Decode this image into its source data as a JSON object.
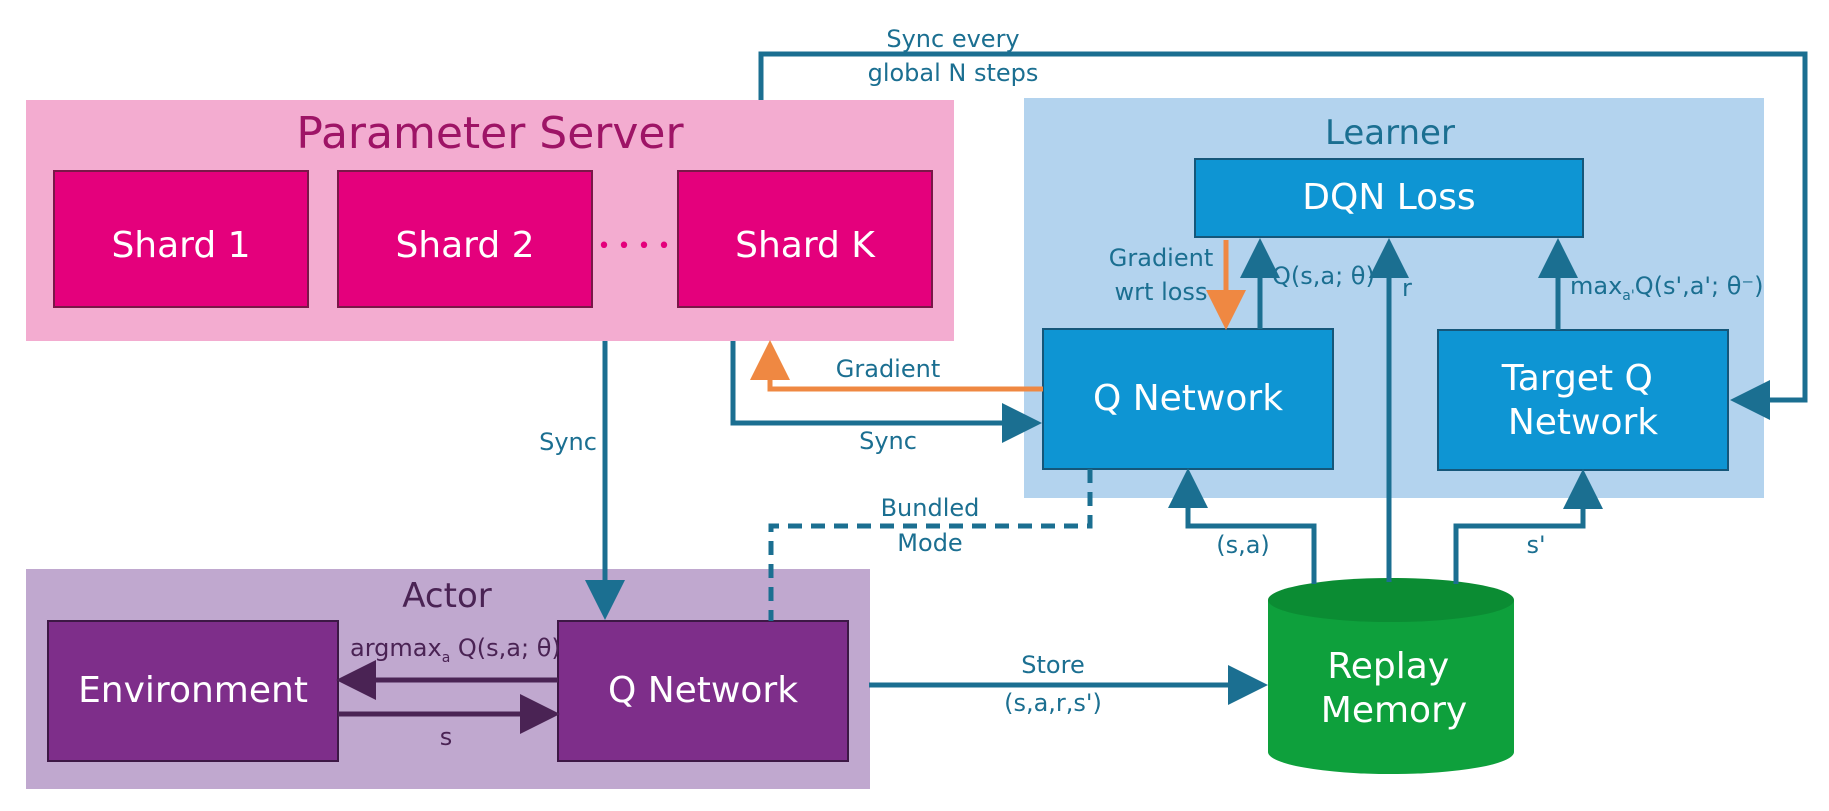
{
  "parameter_server": {
    "title": "Parameter Server",
    "shards": [
      "Shard 1",
      "Shard 2",
      "Shard K"
    ],
    "ellipsis": "• • • •"
  },
  "learner": {
    "title": "Learner",
    "dqn_loss": "DQN Loss",
    "q_network": "Q Network",
    "target_q_network": [
      "Target Q",
      "Network"
    ]
  },
  "actor": {
    "title": "Actor",
    "environment": "Environment",
    "q_network": "Q Network"
  },
  "replay_memory": [
    "Replay",
    "Memory"
  ],
  "edges": {
    "sync_every": [
      "Sync every",
      "global N steps"
    ],
    "gradient_wrt_loss": [
      "Gradient",
      "wrt loss"
    ],
    "q_value": "Q(s,a; θ)",
    "r": "r",
    "max_prefix": "max",
    "max_sub": "a'",
    "max_rest": "Q(s',a'; θ⁻)",
    "gradient": "Gradient",
    "sync_learner": "Sync",
    "sync_actor": "Sync",
    "bundled_mode": [
      "Bundled",
      "Mode"
    ],
    "sa": "(s,a)",
    "s_prime": "s'",
    "store": [
      "Store",
      "(s,a,r,s')"
    ],
    "argmax_prefix": "argmax",
    "argmax_sub": "a",
    "argmax_rest": " Q(s,a; θ)",
    "s": "s"
  },
  "colors": {
    "ps_region": "#f3acd0",
    "shard": "#e4007c",
    "learner_region": "#b3d3ee",
    "learner_box": "#0e95d3",
    "actor_region": "#c0a8cf",
    "actor_box": "#7e2e8a",
    "replay": "#0ea03c",
    "edge": "#1b6f91",
    "gradient_edge": "#ef8842",
    "actor_edge": "#4a2354"
  }
}
